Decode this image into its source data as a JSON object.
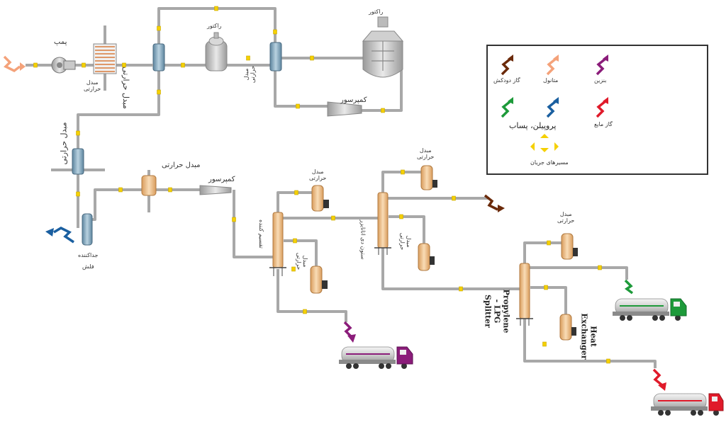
{
  "labels": {
    "pump": "پمپ",
    "hx1": "مبدل\nحرارتی",
    "hx2": "مبدل حرارتی",
    "reactor1": "راکتور",
    "reactor2": "راکتور",
    "hx3": "مبدل\nحرارتی",
    "compressor1": "کمپرسور",
    "hx4": "مبدل حرارتی",
    "hx5": "مبدل حرارتی",
    "compressor2": "کمپرسور",
    "flash1": "جداکننده",
    "flash2": "فلش",
    "hx6": "مبدل\nحرارتی",
    "divider": "تقسیم کننده",
    "hx7": "مبدل\nحرارتی",
    "hx8": "مبدل\nحرارتی",
    "deethanizer": "ستون دی اتانایزر",
    "hx9": "مبدل\nحرارتی",
    "hx10": "مبدل\nحرارتی",
    "splitter": "Propylene\n- LPG\nSplitter",
    "heat_exchanger": "Heat\nExchanger"
  },
  "legend": {
    "flue_gas": "گاز دودکش",
    "methanol": "متانول",
    "gasoline": "بنزین",
    "propylene_water": "پروپیلن، پساب",
    "lpg": "گاز مایع",
    "flow_path": "مسیرهای جریان"
  },
  "colors": {
    "pipe": "#a8a8a8",
    "valve": "#f5d000",
    "flue_gas": "#6b2a0a",
    "methanol": "#f4a27a",
    "gasoline": "#8b1c7a",
    "propylene": "#1a5fa0",
    "lpg": "#e01a2a",
    "water_green": "#1d9a3a",
    "column": "#f0c690",
    "hx_blue": "#6e95b0",
    "reactor": "#c8c8c8"
  },
  "icons": {
    "stream_arrow": "zigzag-arrow-icon",
    "truck": "tanker-truck-icon",
    "flow": "yellow-chevron-icon"
  }
}
